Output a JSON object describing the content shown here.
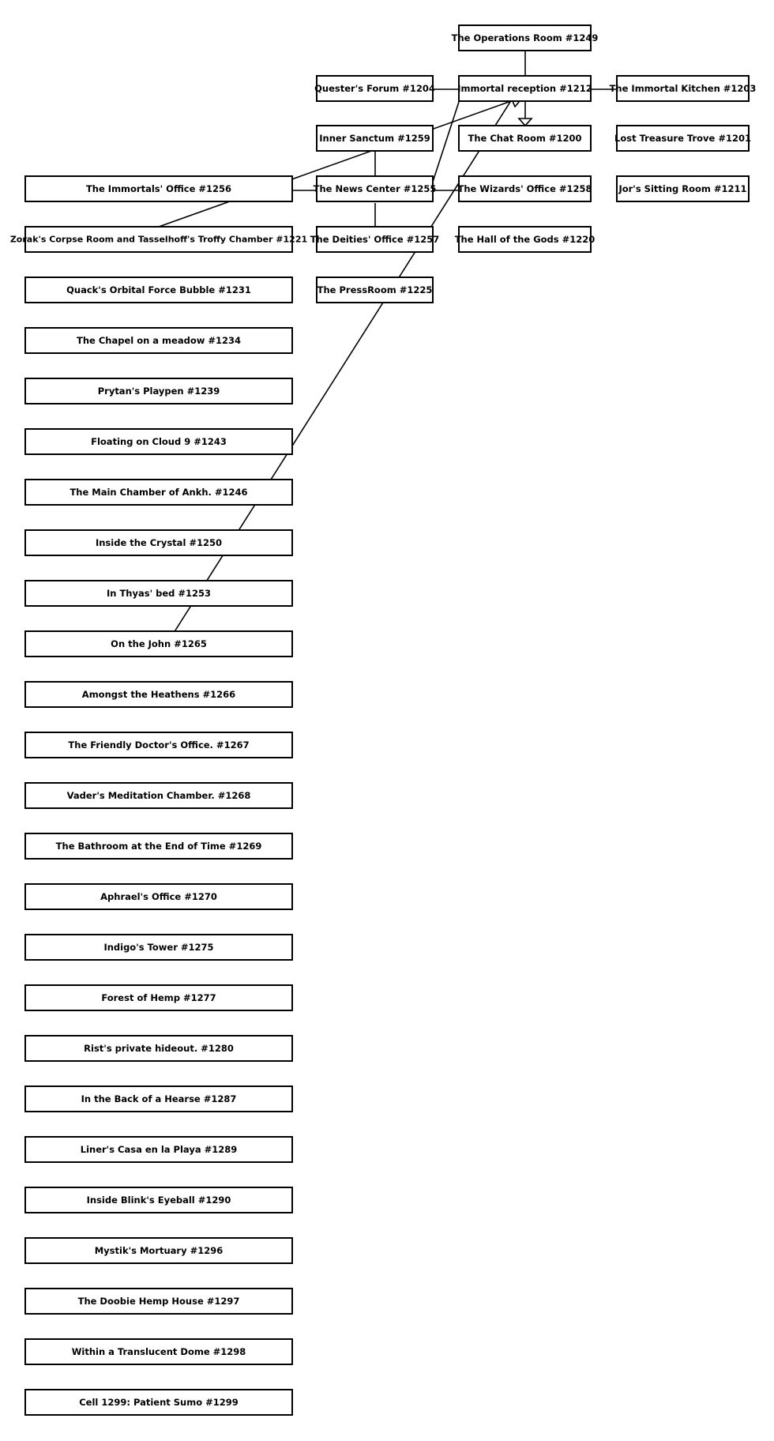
{
  "rooms": {
    "operations_room": "The Operations Room #1249",
    "questers_forum": "Quester's Forum #1204",
    "immortal_reception": "Immortal reception #1212",
    "immortal_kitchen": "The Immortal Kitchen #1203",
    "inner_sanctum": "Inner Sanctum #1259",
    "chat_room": "The Chat Room #1200",
    "lost_treasure_trove": "Lost Treasure Trove #1201",
    "immortals_office": "The Immortals' Office #1256",
    "news_center": "The News Center #1255",
    "wizards_office": "The Wizards' Office #1258",
    "jors_sitting_room": "Jor's Sitting Room #1211",
    "zoraks_corpse_room": "Zorak's Corpse Room and Tasselhoff's Troffy Chamber #1221",
    "deities_office": "The Deities' Office #1257",
    "hall_of_gods": "The Hall of the Gods #1220",
    "quacks_bubble": "Quack's Orbital Force Bubble #1231",
    "pressroom": "The PressRoom #1225",
    "chapel_meadow": "The Chapel on a meadow #1234",
    "prytans_playpen": "Prytan's Playpen #1239",
    "cloud_9": "Floating on Cloud 9 #1243",
    "main_chamber_ankh": "The Main Chamber of Ankh. #1246",
    "inside_crystal": "Inside the Crystal #1250",
    "thyas_bed": "In Thyas' bed #1253",
    "on_the_john": "On the John #1265",
    "amongst_heathens": "Amongst the Heathens #1266",
    "friendly_doctor": "The Friendly Doctor's Office. #1267",
    "vaders_chamber": "Vader's Meditation Chamber. #1268",
    "bathroom_end_time": "The Bathroom at the End of Time #1269",
    "aphraels_office": "Aphrael's Office #1270",
    "indigos_tower": "Indigo's Tower #1275",
    "forest_of_hemp": "Forest of Hemp #1277",
    "rists_hideout": "Rist's private hideout. #1280",
    "back_of_hearse": "In the Back of a Hearse #1287",
    "liners_casa": "Liner's Casa en la Playa #1289",
    "blinks_eyeball": "Inside Blink's Eyeball #1290",
    "mystiks_mortuary": "Mystik's Mortuary #1296",
    "doobie_hemp_house": "The Doobie Hemp House #1297",
    "translucent_dome": "Within a Translucent Dome #1298",
    "cell_1299": "Cell 1299: Patient Sumo #1299"
  }
}
